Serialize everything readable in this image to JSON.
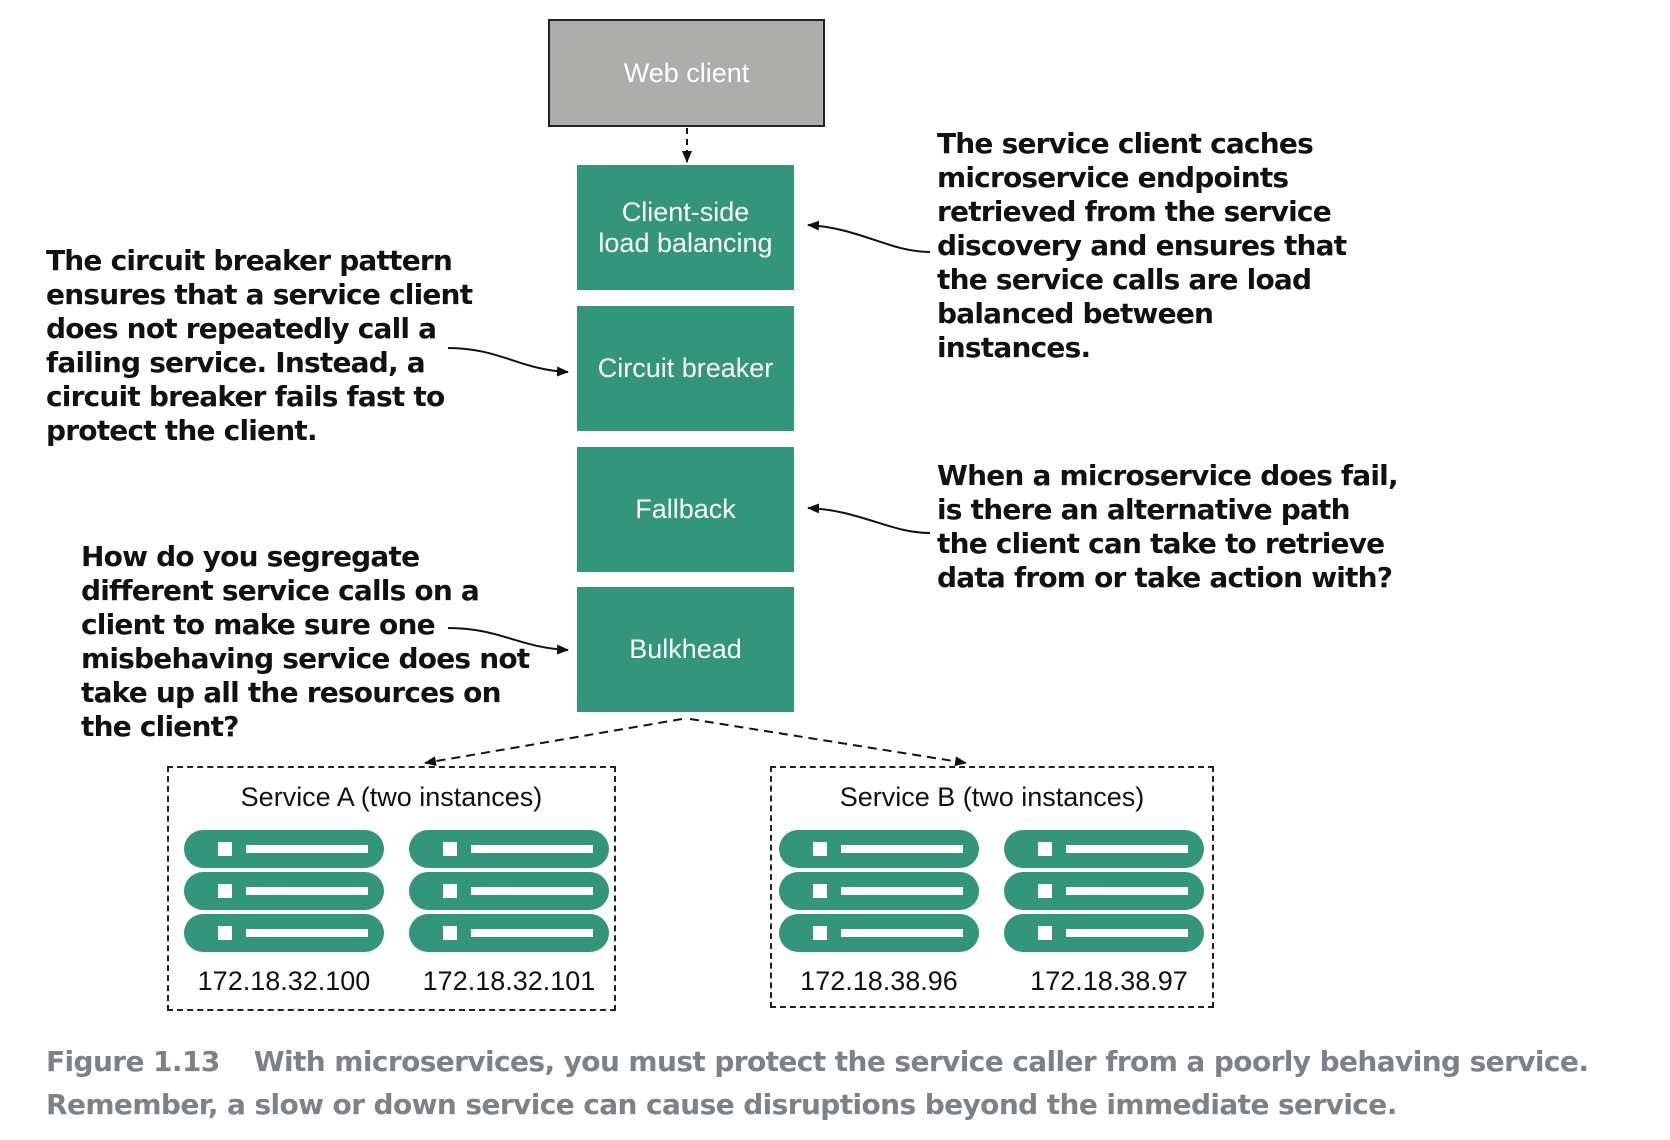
{
  "boxes": {
    "web_client": "Web client",
    "load_balancing": [
      "Client-side",
      "load balancing"
    ],
    "circuit_breaker": "Circuit breaker",
    "fallback": "Fallback",
    "bulkhead": "Bulkhead"
  },
  "notes": {
    "circuit_breaker": [
      "The circuit breaker pattern",
      "ensures that a service client",
      "does not repeatedly call a",
      "failing service. Instead, a",
      "circuit breaker fails fast to",
      "protect the client."
    ],
    "load_balancing": [
      "The service client caches",
      "microservice endpoints",
      "retrieved from the service",
      "discovery and ensures that",
      "the service calls are load",
      "balanced between",
      "instances."
    ],
    "fallback": [
      "When a microservice does fail,",
      "is there an alternative path",
      "the client can take to retrieve",
      "data from or take action with?"
    ],
    "bulkhead": [
      "How do you segregate",
      "different service calls on a",
      "client to make sure one",
      "misbehaving service does not",
      "take up all the resources on",
      "the client?"
    ]
  },
  "services": [
    {
      "title": "Service A (two instances)",
      "instances": [
        "172.18.32.100",
        "172.18.32.101"
      ]
    },
    {
      "title": "Service B (two instances)",
      "instances": [
        "172.18.38.96",
        "172.18.38.97"
      ]
    }
  ],
  "caption": {
    "label": "Figure 1.13",
    "line1": "With microservices, you must protect the service caller from a poorly behaving service.",
    "line2": "Remember, a slow or down service can cause disruptions beyond the immediate service."
  },
  "colors": {
    "green": "#33957a",
    "gray_box": "#adaeab",
    "caption": "#7d8287"
  },
  "icons": [
    "server-rack-icon"
  ]
}
